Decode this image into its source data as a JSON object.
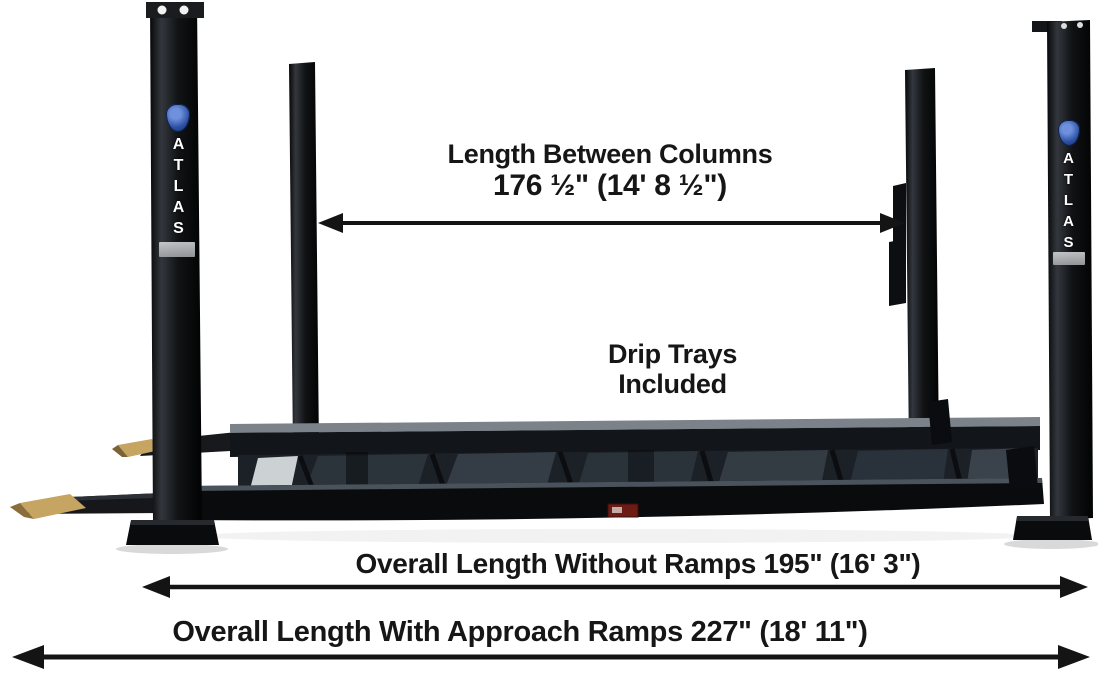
{
  "product": {
    "brand": "ATLAS",
    "description": "Atlas four-post vehicle lift with approach ramps"
  },
  "labels": {
    "length_between_columns": {
      "line1": "Length Between Columns",
      "line2": "176 ½\" (14' 8 ½\")"
    },
    "drip_trays": {
      "line1": "Drip Trays",
      "line2": "Included"
    },
    "overall_without_ramps": "Overall Length Without Ramps 195\" (16' 3\")",
    "overall_with_ramps": "Overall Length With Approach Ramps 227\" (18' 11\")"
  },
  "dimensions": {
    "length_between_columns_in": "176 ½\"",
    "length_between_columns_ft": "14' 8 ½\"",
    "overall_length_without_ramps_in": "195\"",
    "overall_length_without_ramps_ft": "16' 3\"",
    "overall_length_with_ramps_in": "227\"",
    "overall_length_with_ramps_ft": "18' 11\""
  },
  "colors": {
    "background": "#ffffff",
    "steel_black": "#0e0f11",
    "ramp_tip_tan": "#c6a462",
    "warning_label_red": "#6e1b14",
    "logo_blue": "#2a4fa0",
    "text": "#161616"
  }
}
